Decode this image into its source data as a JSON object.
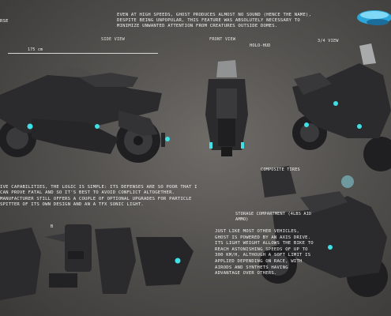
{
  "header": {
    "corner_label": "RSE",
    "intro_text": "EVEN AT HIGH SPEEDS, GHOST PRODUCES ALMOST NO SOUND (HENCE THE NAME), DESPITE BEING UNPOPULAR, THIS FEATURE WAS ABSOLUTELY NECESSARY TO MINIMIZE UNWANTED ATTENTION FROM CREATURES OUTSIDE DOMES."
  },
  "views": {
    "side": "SIDE VIEW",
    "front": "FRONT VIEW",
    "three_quarter": "3/4 VIEW"
  },
  "dimension": {
    "value": "175 cm"
  },
  "callouts": {
    "holo_hud": "HOLO-HUD",
    "composite_tires": "COMPOSITE TIRES",
    "storage": "STORAGE COMPARTMENT (4LBS AID AMMO)",
    "marker": "B"
  },
  "body_texts": {
    "defensive": "IVE CAPABILITIES, THE LOGIC IS SIMPLE: ITS DEFENSES ARE SO POOR THAT I CAN PROVE FATAL AND SO IT'S BEST TO AVOID CONFLICT ALTOGETHER. MANUFACTURER STILL OFFERS A COUPLE OF OPTIONAL UPGRADES FOR PARTICLE SPITTER OF ITS OWN DESIGN AND AN A TFX SONIC LIGHT.",
    "engine": "JUST LIKE MOST OTHER VEHICLES, GHOST IS POWERED BY AN AXIS DRIVE. ITS LIGHT WEIGHT ALLOWS THE BIKE TO REACH ASTONISHING SPEEDS OF UP TO 300 KM/H, ALTHOUGH A SOFT LIMIT IS APPLIED DEPENDING ON RACE, WITH AIRODS AND SYNTHETS HAVING ADVANTAGE OVER OTHERS."
  },
  "colors": {
    "accent": "#3fe0e6",
    "body_dark": "#2b2b2d",
    "background": "#5e5c59"
  }
}
